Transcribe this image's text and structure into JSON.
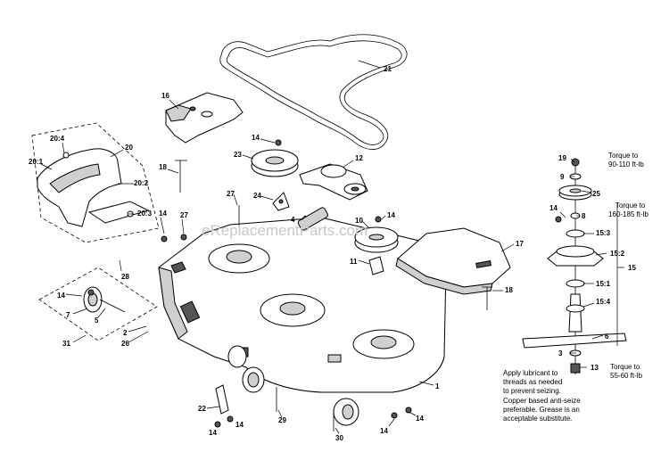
{
  "watermark": "eReplacementParts.com",
  "callouts": [
    {
      "id": "c21",
      "text": "21"
    },
    {
      "id": "c16",
      "text": "16"
    },
    {
      "id": "c20",
      "text": "20"
    },
    {
      "id": "c20_4",
      "text": "20:4"
    },
    {
      "id": "c20_1",
      "text": "20:1"
    },
    {
      "id": "c20_2",
      "text": "20:2"
    },
    {
      "id": "c20_3",
      "text": "20:3"
    },
    {
      "id": "c18a",
      "text": "18"
    },
    {
      "id": "c14a",
      "text": "14"
    },
    {
      "id": "c23",
      "text": "23"
    },
    {
      "id": "c12",
      "text": "12"
    },
    {
      "id": "c27a",
      "text": "27"
    },
    {
      "id": "c24",
      "text": "24"
    },
    {
      "id": "c4",
      "text": "4"
    },
    {
      "id": "c10",
      "text": "10"
    },
    {
      "id": "c14b",
      "text": "14"
    },
    {
      "id": "c14c",
      "text": "14"
    },
    {
      "id": "c27b",
      "text": "27"
    },
    {
      "id": "c28",
      "text": "28"
    },
    {
      "id": "c11",
      "text": "11"
    },
    {
      "id": "c17",
      "text": "17"
    },
    {
      "id": "c18b",
      "text": "18"
    },
    {
      "id": "c14d",
      "text": "14"
    },
    {
      "id": "c7",
      "text": "7"
    },
    {
      "id": "c5",
      "text": "5"
    },
    {
      "id": "c31",
      "text": "31"
    },
    {
      "id": "c2",
      "text": "2"
    },
    {
      "id": "c26",
      "text": "26"
    },
    {
      "id": "c1",
      "text": "1"
    },
    {
      "id": "c22",
      "text": "22"
    },
    {
      "id": "c14e",
      "text": "14"
    },
    {
      "id": "c14f",
      "text": "14"
    },
    {
      "id": "c29",
      "text": "29"
    },
    {
      "id": "c30",
      "text": "30"
    },
    {
      "id": "c14g",
      "text": "14"
    },
    {
      "id": "c14h",
      "text": "14"
    },
    {
      "id": "c19",
      "text": "19"
    },
    {
      "id": "c9",
      "text": "9"
    },
    {
      "id": "c25",
      "text": "25"
    },
    {
      "id": "c14i",
      "text": "14"
    },
    {
      "id": "c8",
      "text": "8"
    },
    {
      "id": "c15_3",
      "text": "15:3"
    },
    {
      "id": "c15_2",
      "text": "15:2"
    },
    {
      "id": "c15",
      "text": "15"
    },
    {
      "id": "c15_1",
      "text": "15:1"
    },
    {
      "id": "c15_4",
      "text": "15:4"
    },
    {
      "id": "c6",
      "text": "6"
    },
    {
      "id": "c3",
      "text": "3"
    },
    {
      "id": "c13",
      "text": "13"
    }
  ],
  "notes": {
    "torque_19": [
      "Torque to",
      "90-110 ft-lb"
    ],
    "torque_25": [
      "Torque to",
      "160-185 ft-lb"
    ],
    "torque_13": [
      "Torque to",
      "55-60 ft-lb"
    ],
    "lubricant": [
      "Apply lubricant to",
      "threads as needed",
      "to prevent seizing.",
      "Copper based anti-seize",
      "preferable. Grease is an",
      "acceptable substitute."
    ]
  }
}
